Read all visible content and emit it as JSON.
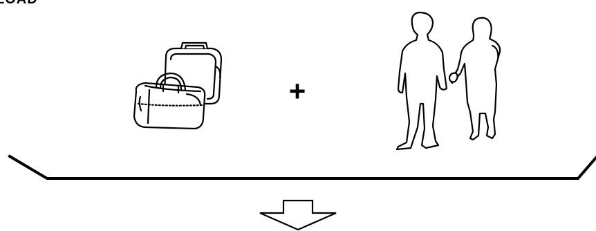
{
  "diagram": {
    "heading": "LOAD",
    "plus_sign": "+",
    "items": [
      {
        "name": "luggage",
        "icon": "luggage-icon"
      },
      {
        "name": "passengers",
        "icon": "people-icon"
      }
    ],
    "summation": "bracket",
    "result_indicator": "down-arrow-icon",
    "colors": {
      "stroke": "#000000",
      "background": "#ffffff"
    }
  }
}
